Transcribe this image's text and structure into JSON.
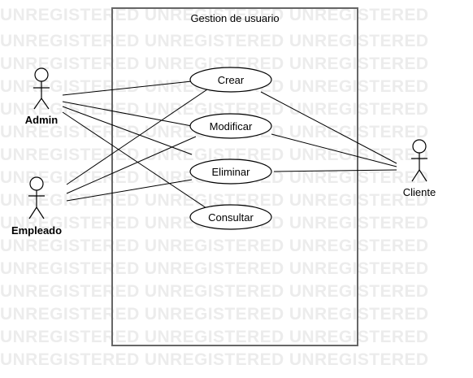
{
  "watermark": {
    "text": "UNREGISTERED",
    "color": "#ececec"
  },
  "system": {
    "title": "Gestion de usuario"
  },
  "actors": [
    {
      "id": "admin",
      "label": "Admin"
    },
    {
      "id": "empleado",
      "label": "Empleado"
    },
    {
      "id": "cliente",
      "label": "Cliente"
    }
  ],
  "use_cases": [
    {
      "id": "crear",
      "label": "Crear"
    },
    {
      "id": "modificar",
      "label": "Modificar"
    },
    {
      "id": "eliminar",
      "label": "Eliminar"
    },
    {
      "id": "consultar",
      "label": "Consultar"
    }
  ],
  "associations": [
    {
      "actor": "admin",
      "use_case": "crear"
    },
    {
      "actor": "admin",
      "use_case": "modificar"
    },
    {
      "actor": "admin",
      "use_case": "eliminar"
    },
    {
      "actor": "admin",
      "use_case": "consultar"
    },
    {
      "actor": "empleado",
      "use_case": "crear"
    },
    {
      "actor": "empleado",
      "use_case": "modificar"
    },
    {
      "actor": "empleado",
      "use_case": "eliminar"
    },
    {
      "actor": "cliente",
      "use_case": "crear"
    },
    {
      "actor": "cliente",
      "use_case": "modificar"
    },
    {
      "actor": "cliente",
      "use_case": "eliminar"
    }
  ],
  "colors": {
    "stroke": "#000000",
    "system_border": "#666666",
    "background": "#ffffff"
  }
}
